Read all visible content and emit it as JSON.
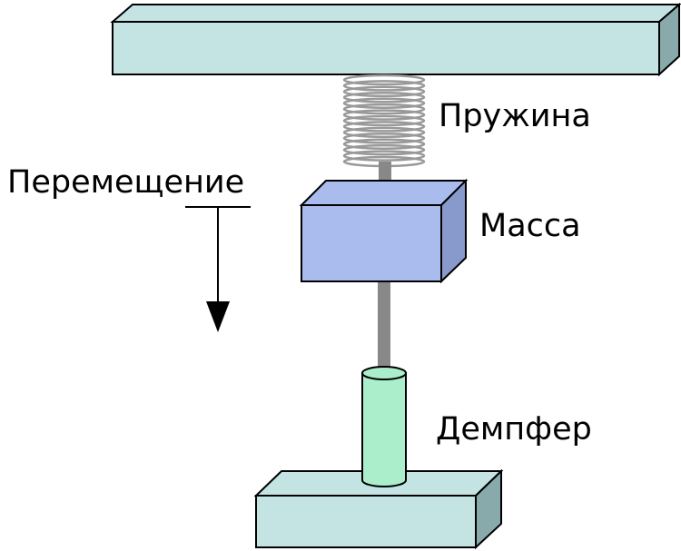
{
  "labels": {
    "spring": "Пружина",
    "mass": "Масса",
    "damper": "Демпфер",
    "displacement": "Перемещение"
  },
  "colors": {
    "plate_front": "#c4e4e4",
    "plate_top": "#c4e4e4",
    "plate_side": "#88aaaa",
    "mass_front": "#aabbee",
    "mass_top": "#aabbee",
    "mass_side": "#8899cc",
    "damper_body": "#aaeecc",
    "rod": "#888888",
    "spring_coil": "#999999",
    "outline": "#000000"
  }
}
